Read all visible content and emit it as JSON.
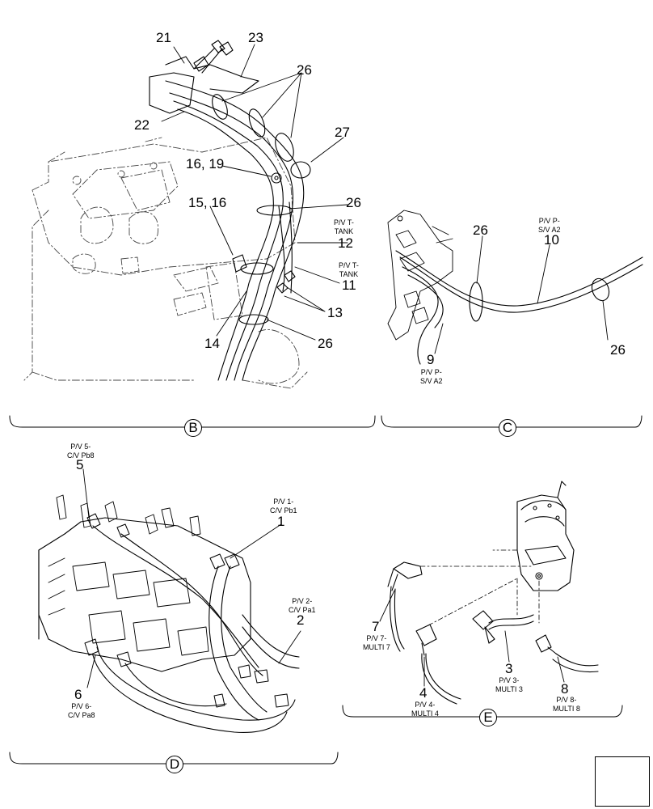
{
  "sections": {
    "b": "B",
    "c": "C",
    "d": "D",
    "e": "E"
  },
  "labels": {
    "n21": "21",
    "n23": "23",
    "n26a": "26",
    "n22": "22",
    "n27": "27",
    "n1619": "16, 19",
    "n1516": "15, 16",
    "n26b": "26",
    "ptank12": "P/V T-\nTANK",
    "n12": "12",
    "ptank11": "P/V T-\nTANK",
    "n11": "11",
    "n13": "13",
    "n14": "14",
    "n26c": "26",
    "c26a": "26",
    "cpv10": "P/V P-\nS/V A2",
    "n10": "10",
    "c26b": "26",
    "n9": "9",
    "cpv9": "P/V P-\nS/V A2",
    "d5t": "P/V 5-\nC/V Pb8",
    "n5": "5",
    "d1t": "P/V 1-\nC/V Pb1",
    "n1": "1",
    "d2t": "P/V 2-\nC/V Pa1",
    "n2": "2",
    "n6": "6",
    "d6t": "P/V 6-\nC/V Pa8",
    "n7": "7",
    "e7t": "P/V 7-\nMULTI 7",
    "n4": "4",
    "e4t": "P/V 4-\nMULTI 4",
    "n3": "3",
    "e3t": "P/V 3-\nMULTI 3",
    "n8": "8",
    "e8t": "P/V 8-\nMULTI 8"
  },
  "icons": {
    "nav": "next-page-arrow-icon"
  }
}
